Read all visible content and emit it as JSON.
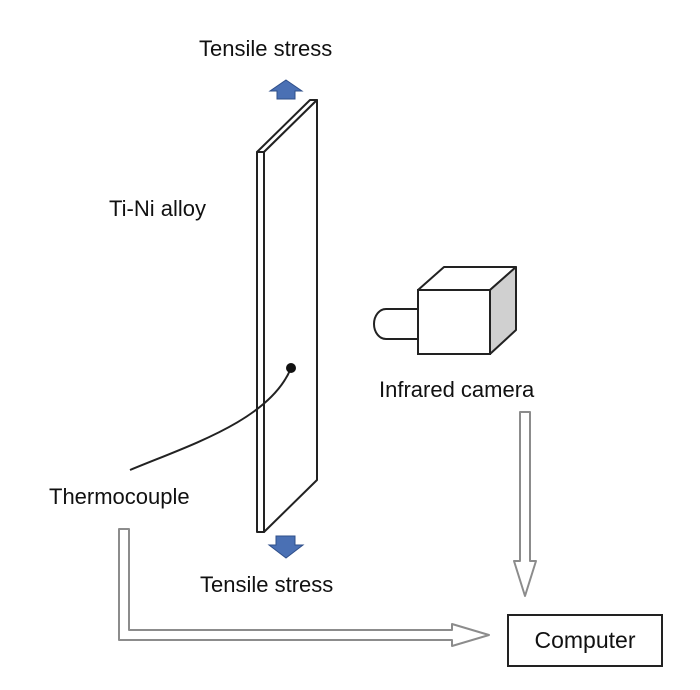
{
  "labels": {
    "tensile_stress_top": "Tensile stress",
    "alloy": "Ti-Ni alloy",
    "infrared_camera": "Infrared camera",
    "thermocouple": "Thermocouple",
    "tensile_stress_bottom": "Tensile stress",
    "computer": "Computer"
  },
  "colors": {
    "stress_arrow": "#4a70b4",
    "outline": "#222222",
    "arrow_outline": "#8c8c8c",
    "camera_side": "#d0d0d0"
  }
}
